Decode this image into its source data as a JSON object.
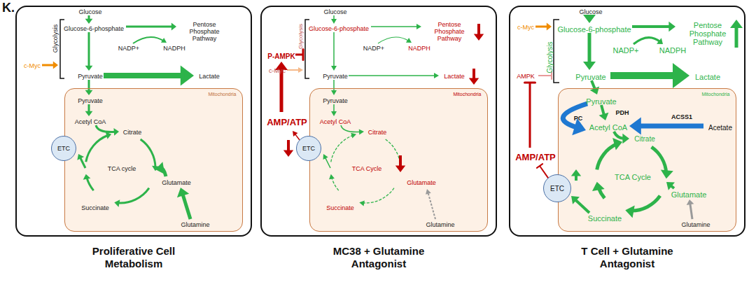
{
  "diagram": {
    "nodes": [
      {
        "text": [
          "Proliferative Cell Metabolism"
        ]
      },
      {
        "text": [
          "Mitochondria"
        ],
        "in": 0
      },
      {
        "text": [
          "ETC"
        ],
        "in": 1
      },
      {
        "text": [
          "MC38 + Glutamine Antagonist"
        ]
      },
      {
        "text": [
          "Mitochondria"
        ],
        "in": 3
      },
      {
        "text": [
          "ETC"
        ],
        "in": 4
      },
      {
        "text": [
          "T Cell + Glutamine Antagonist"
        ]
      },
      {
        "text": [
          "Mitochondria"
        ],
        "in": 6
      },
      {
        "text": [
          "ETC"
        ],
        "in": 7
      }
    ],
    "labels": [
      "K.",
      "Glucose",
      "Glucose-6-phosphate",
      "Glycolysis",
      "c-Myc",
      "NADP+",
      "NADPH",
      "Pentose Phosphate Pathway",
      "Pyruvate",
      "Lactate",
      "Pyruvate",
      "Acetyl CoA",
      "Citrate",
      "TCA cycle",
      "Succinate",
      "Glutamate",
      "Glutamine",
      "Glucose",
      "c-Myc",
      "P-AMPK",
      "Glucose-6-phosphate",
      "Glycolysis",
      "Pentose Phosphate Pathway",
      "NADP+",
      "NADPH",
      "Pyruvate",
      "Lactate",
      "AMP/ATP",
      "Pyruvate",
      "Acetyl CoA",
      "Citrate",
      "TCA Cycle",
      "Succinate",
      "Glutamate",
      "Glutamine",
      "Glucose",
      "c-Myc",
      "Glucose-6-phosphate",
      "Pentose Phosphate Pathway",
      "Glycolysis",
      "AMPK",
      "NADP+",
      "NADPH",
      "Pyruvate",
      "Lactate",
      "AMP/ATP",
      "Pyruvate",
      "PDH",
      "PC",
      "Acetyl CoA",
      "ACSS1",
      "Acetate",
      "Citrate",
      "TCA Cycle",
      "Succinate",
      "Glutamate",
      "Glutamine"
    ]
  }
}
